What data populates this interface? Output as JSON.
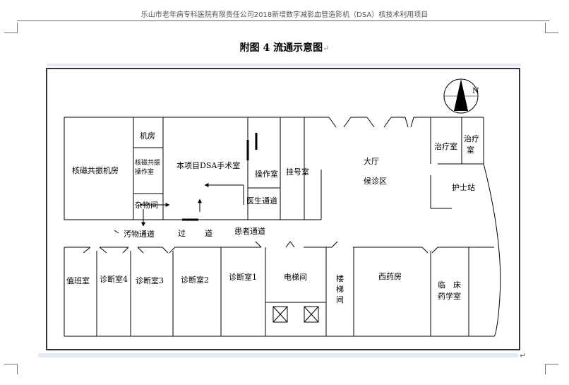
{
  "header": {
    "running_title": "乐山市老年病专科医院有限责任公司2018新增数字减影血管造影机（DSA）核技术利用项目"
  },
  "figure": {
    "title": "附图 4  流通示意图",
    "para_mark": "↵",
    "end_mark": "↵"
  },
  "compass": {
    "label": "N"
  },
  "rooms": {
    "mri_room": "核磁共振机房",
    "machine_room": "机房",
    "mri_control_1": "核磁共振",
    "mri_control_2": "操作室",
    "dsa_room": "本项目DSA手术室",
    "control_room": "操作室",
    "doctor_passage": "医生通道",
    "storage": "杂物间",
    "registration": "挂号室",
    "hall": "大厅",
    "waiting": "候诊区",
    "treatment_1": "治疗室",
    "treatment_2a": "治疗",
    "treatment_2b": "室",
    "nurse_station": "护士站",
    "dirty_passage": "污物通道",
    "corridor_1": "过",
    "corridor_2": "道",
    "patient_passage": "患者通道",
    "duty_room": "值班室",
    "clinic_4": "诊断室4",
    "clinic_3": "诊断室3",
    "clinic_2": "诊断室2",
    "clinic_1": "诊断室1",
    "elevator": "电梯间",
    "stairs_1": "楼",
    "stairs_2": "梯",
    "stairs_3": "间",
    "pharmacy": "西药房",
    "clinical_pharm_1": "临　床",
    "clinical_pharm_2": "药学室"
  }
}
